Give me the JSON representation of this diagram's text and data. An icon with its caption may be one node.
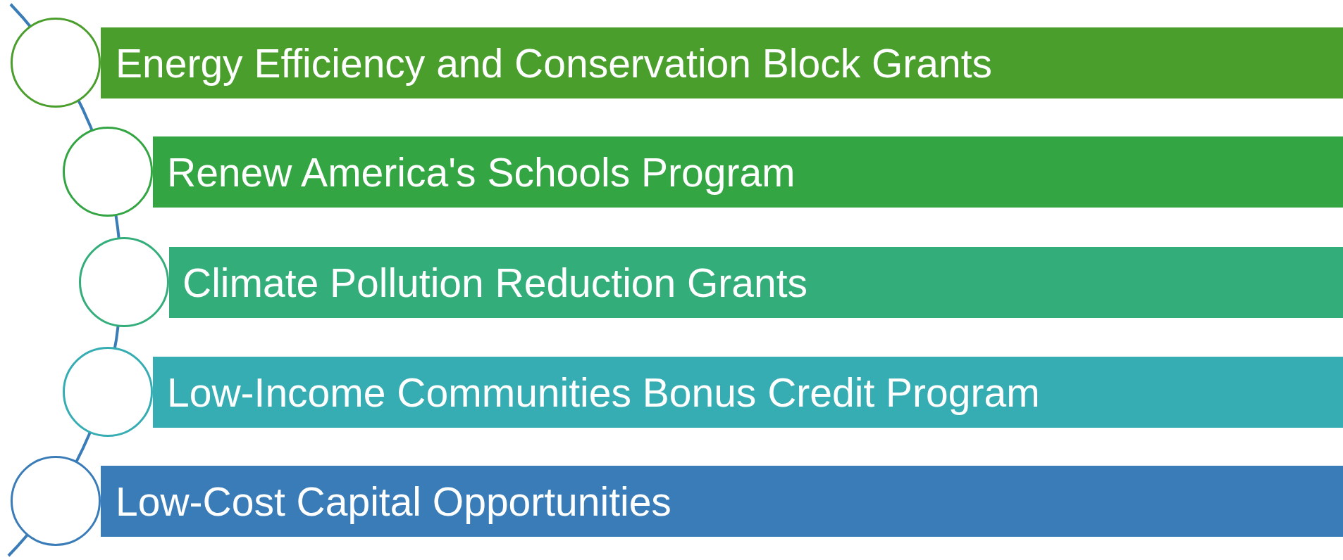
{
  "diagram": {
    "nodes": [
      {
        "text": [],
        "shape": "circle"
      },
      {
        "text": [
          "Energy Efficiency and Conservation Block Grants"
        ]
      },
      {
        "text": [],
        "shape": "circle"
      },
      {
        "text": [
          "Renew America's Schools Program"
        ]
      },
      {
        "text": [],
        "shape": "circle"
      },
      {
        "text": [
          "Climate Pollution Reduction Grants"
        ]
      },
      {
        "text": [],
        "shape": "circle"
      },
      {
        "text": [
          "Low-Income Communities Bonus Credit Program"
        ]
      },
      {
        "text": [],
        "shape": "circle"
      },
      {
        "text": [
          "Low-Cost Capital Opportunities"
        ]
      }
    ]
  }
}
